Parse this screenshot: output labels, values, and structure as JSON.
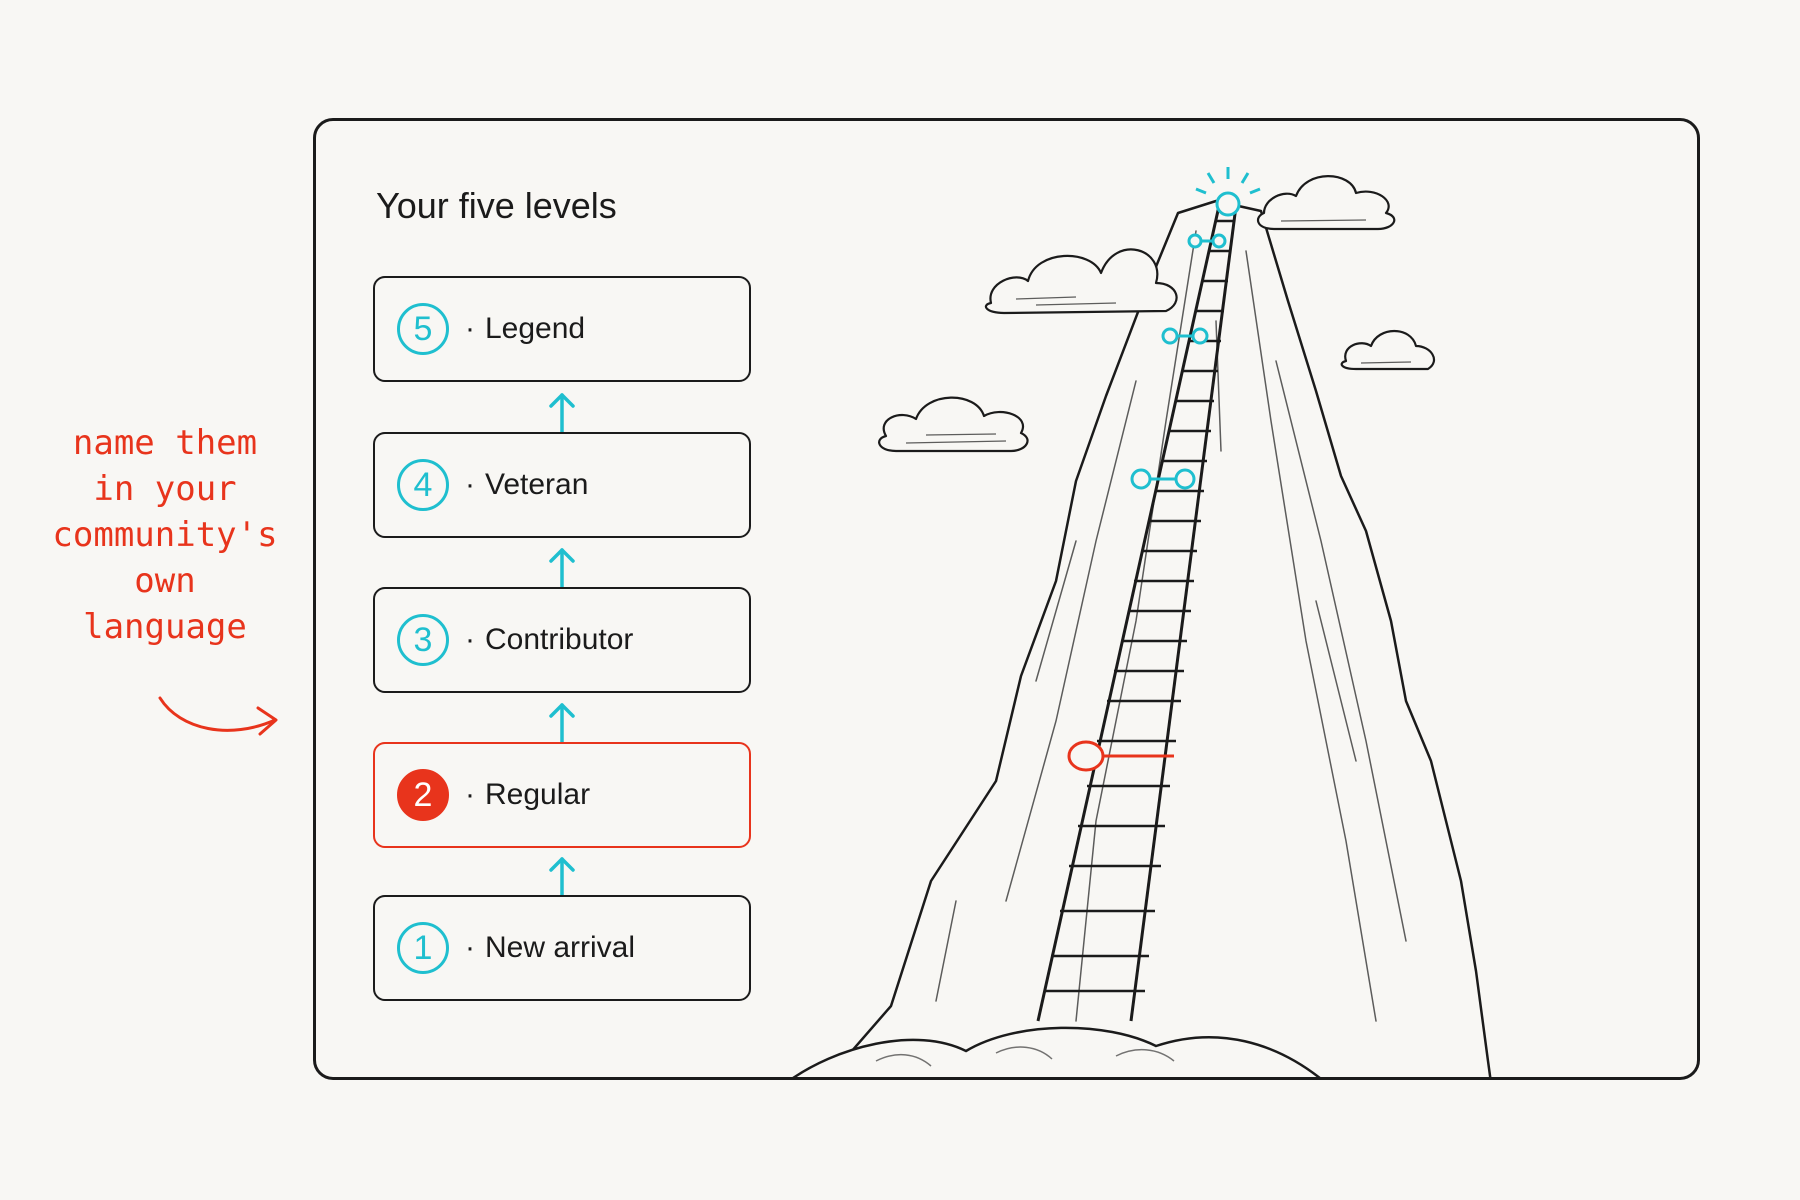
{
  "panel": {
    "title": "Your five levels",
    "levels": [
      {
        "number": "5",
        "separator": "·",
        "name": "Legend"
      },
      {
        "number": "4",
        "separator": "·",
        "name": "Veteran"
      },
      {
        "number": "3",
        "separator": "·",
        "name": "Contributor"
      },
      {
        "number": "2",
        "separator": "·",
        "name": "Regular",
        "highlighted": true
      },
      {
        "number": "1",
        "separator": "·",
        "name": "New arrival"
      }
    ]
  },
  "annotation": {
    "lines": [
      "name them",
      "in your",
      "community's",
      "own",
      "language"
    ]
  },
  "colors": {
    "accent": "#1fbfcf",
    "highlight": "#e8341c",
    "ink": "#1b1b1b",
    "background": "#f8f7f4"
  },
  "icons": {
    "level_arrow": "arrow-up-icon",
    "annotation_arrow": "curved-arrow-icon",
    "illustration": "mountain-ladder-illustration"
  }
}
